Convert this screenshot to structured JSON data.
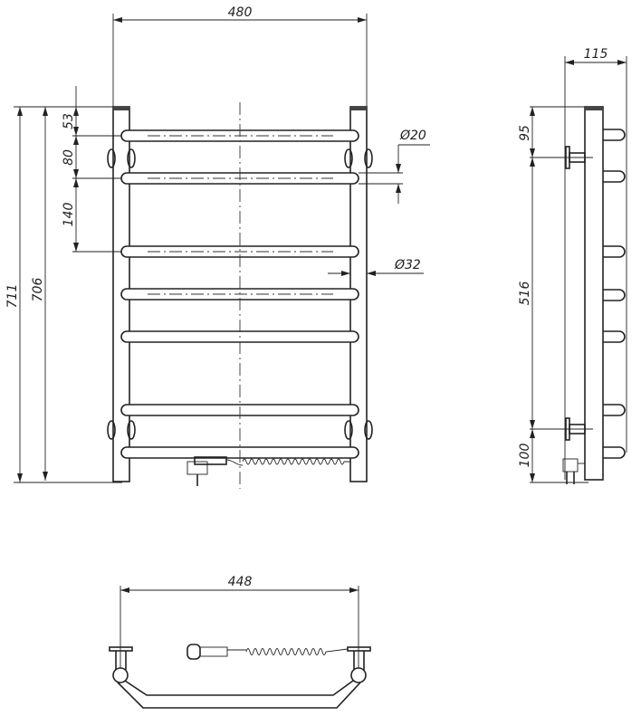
{
  "front_view": {
    "width_label": "480",
    "total_height_label": "711",
    "height_label": "706",
    "top_offset_label": "53",
    "bar_spacing_1_label": "80",
    "bar_spacing_2_label": "140",
    "bar_diameter_label": "Ø20",
    "post_diameter_label": "Ø32",
    "bar_count": 7
  },
  "side_view": {
    "depth_label": "115",
    "top_bracket_label": "95",
    "bracket_spacing_label": "516",
    "bottom_bracket_label": "100"
  },
  "bottom_view": {
    "bracket_spacing_label": "448"
  },
  "colors": {
    "line": "#222222",
    "background": "#ffffff"
  }
}
